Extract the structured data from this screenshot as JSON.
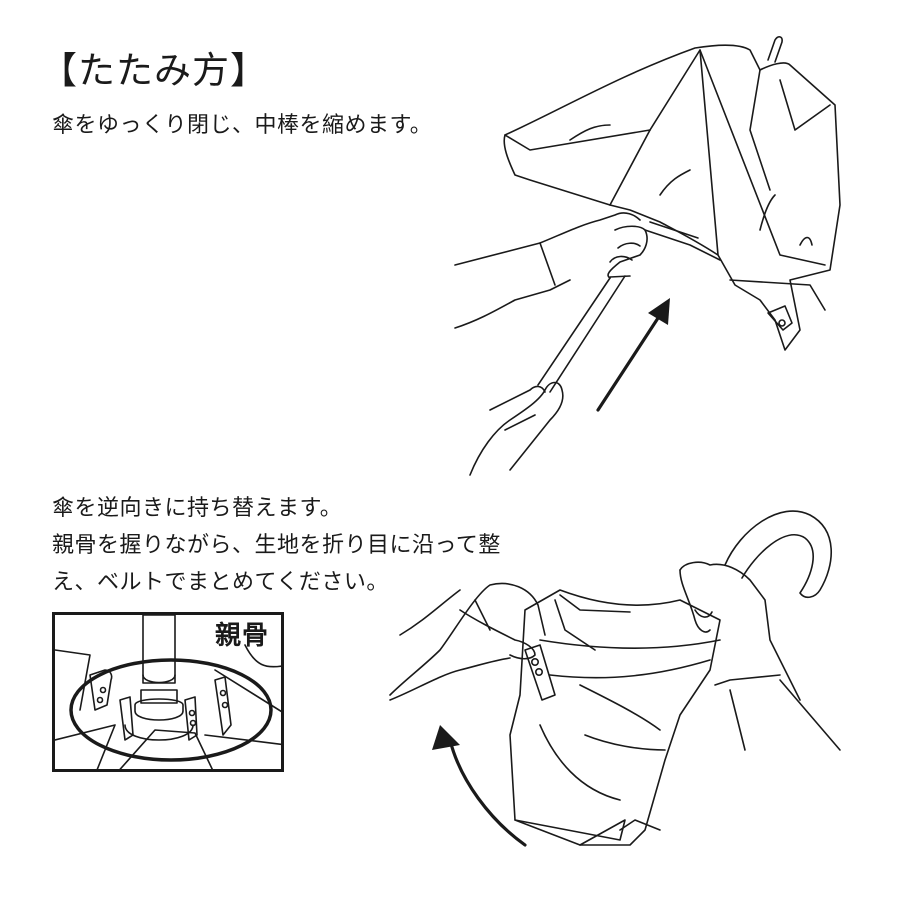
{
  "document": {
    "title": "【たたみ方】",
    "step1": {
      "text": "傘をゆっくり閉じ、中棒を縮めます。"
    },
    "step2": {
      "lines": [
        "傘を逆向きに持ち替えます。",
        "親骨を握りながら、生地を折り目に沿って整",
        "え、ベルトでまとめてください。"
      ]
    },
    "inset": {
      "label": "親骨"
    }
  },
  "illustrations": {
    "step1": {
      "description": "hands-closing-umbrella-shaft",
      "arrow": "arrow-up-right-icon"
    },
    "step2": {
      "description": "hands-folding-umbrella-fabric-with-belt",
      "arrow": "curved-arrow-up-icon"
    },
    "inset": {
      "description": "ribs-closeup-circled"
    }
  },
  "colors": {
    "ink": "#1a1a1a",
    "background": "#ffffff"
  }
}
